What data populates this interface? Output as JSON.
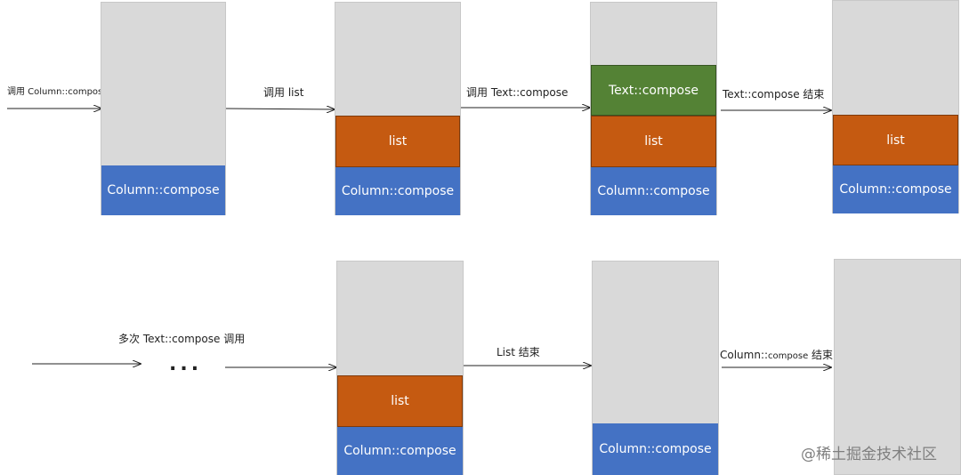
{
  "stacks_row1": {
    "s1": {
      "column": "Column::compose"
    },
    "s2": {
      "list": "list",
      "column": "Column::compose"
    },
    "s3": {
      "text": "Text::compose",
      "list": "list",
      "column": "Column::compose"
    },
    "s4": {
      "list": "list",
      "column": "Column::compose"
    }
  },
  "stacks_row2": {
    "s5": {
      "list": "list",
      "column": "Column::compose"
    },
    "s6": {
      "column": "Column::compose"
    },
    "s7": {}
  },
  "arrows": {
    "a1": "调用 Column::compose",
    "a2": "调用 list",
    "a3": "调用 Text::compose",
    "a4": "Text::compose 结束",
    "a5": "多次 Text::compose 调用",
    "a6": "List 结束",
    "a7_part1": "Column::",
    "a7_part2": "compose",
    "a7_part3": " 结束"
  },
  "ellipsis": "...",
  "watermark": "@稀土掘金技术社区"
}
